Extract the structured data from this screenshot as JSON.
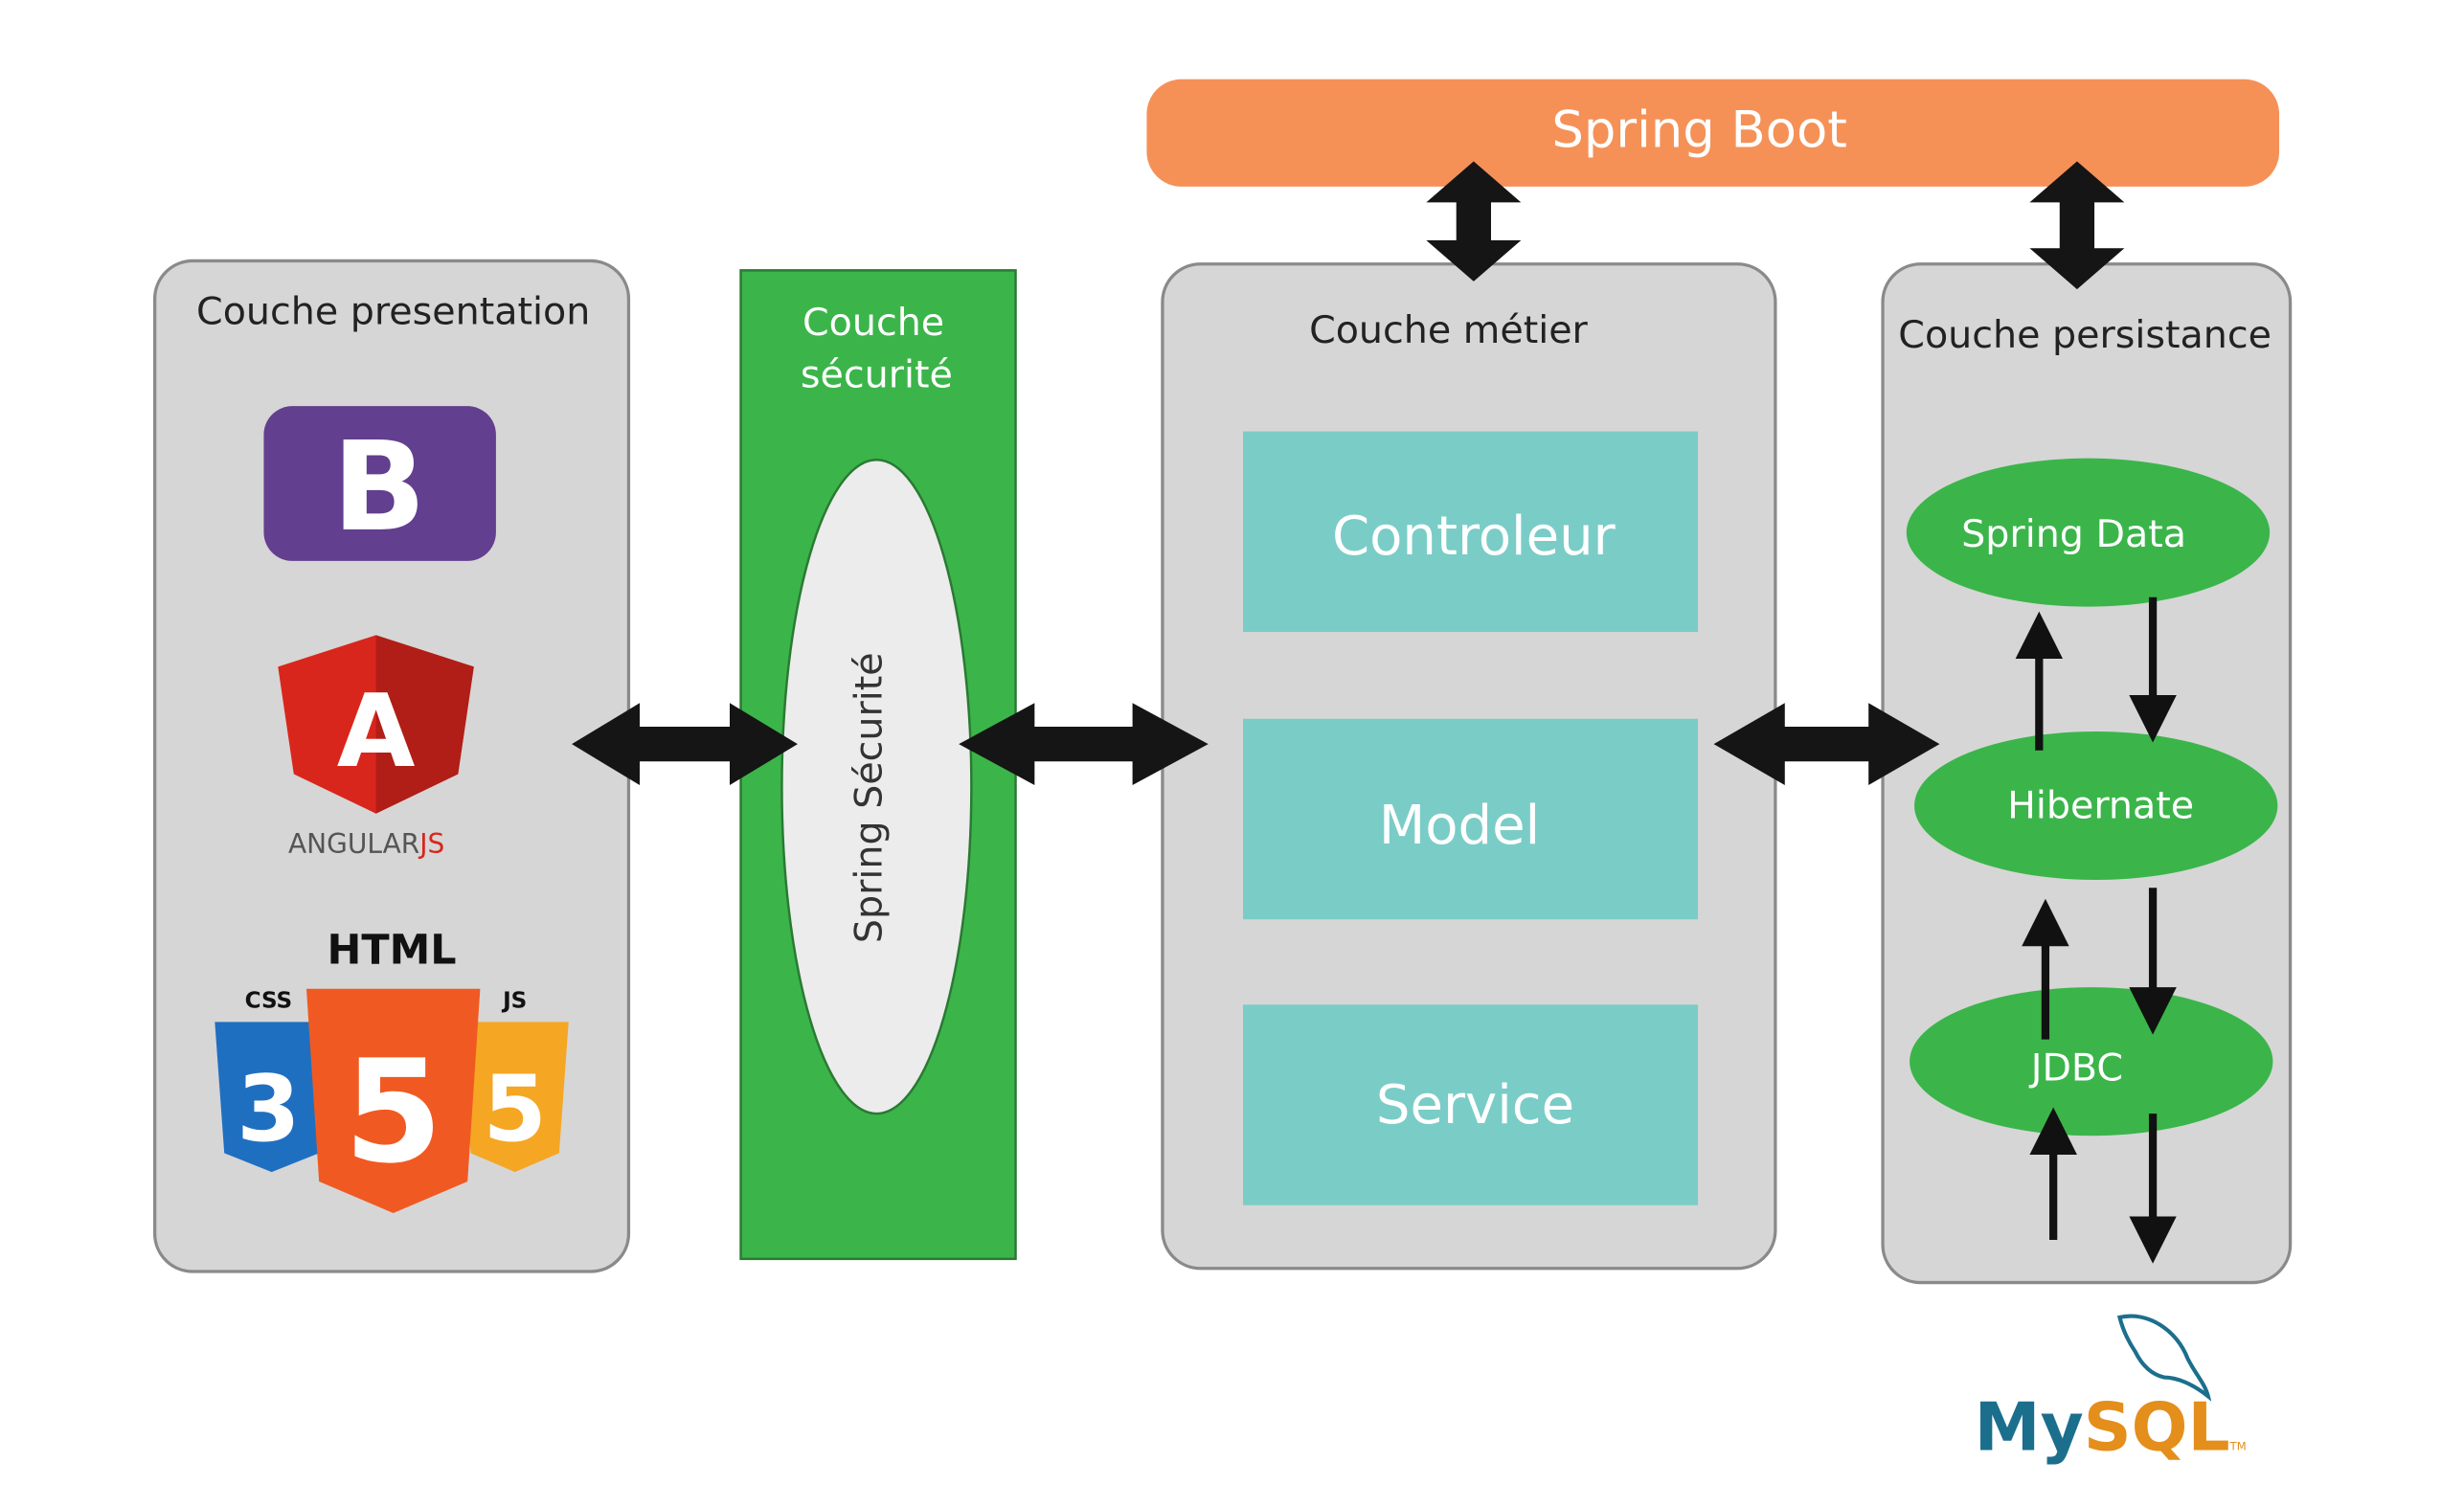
{
  "top": {
    "label": "Spring Boot",
    "color": "#f59157"
  },
  "layers": {
    "presentation": {
      "title": "Couche presentation",
      "logos": {
        "bootstrap": "B",
        "angular": "A",
        "angular_word": "ANGULAR",
        "angular_js": "JS",
        "html": "HTML",
        "css": "CSS",
        "css_num": "3",
        "html_num": "5",
        "js": "JS",
        "js_num": "5"
      }
    },
    "security": {
      "title_line1": "Couche",
      "title_line2": "sécurité",
      "component": "Spring Sécurité",
      "color": "#3bb54a"
    },
    "business": {
      "title": "Couche métier",
      "components": [
        "Controleur",
        "Model",
        "Service"
      ],
      "color": "#7accc7"
    },
    "persistence": {
      "title": "Couche persistance",
      "components": [
        "Spring Data",
        "Hibernate",
        "JDBC"
      ],
      "color": "#3bb54a"
    }
  },
  "database": {
    "my": "My",
    "sql": "SQL",
    "tm": "TM"
  }
}
